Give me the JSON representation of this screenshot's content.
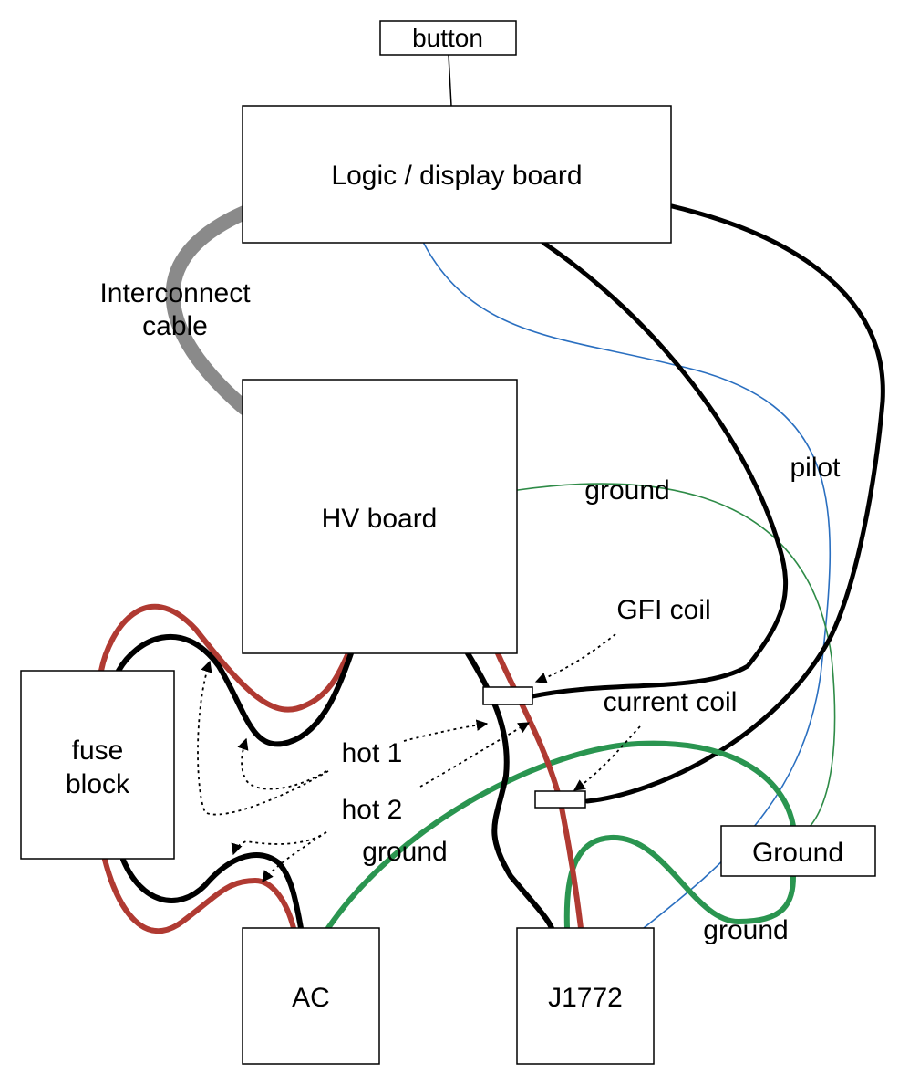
{
  "components": {
    "button": "button",
    "logic_board": "Logic / display board",
    "hv_board": "HV board",
    "fuse_block_line1": "fuse",
    "fuse_block_line2": "block",
    "ac": "AC",
    "j1772": "J1772",
    "ground_box": "Ground"
  },
  "labels": {
    "interconnect_line1": "Interconnect",
    "interconnect_line2": "cable",
    "pilot": "pilot",
    "ground_top": "ground",
    "gfi_coil": "GFI coil",
    "current_coil": "current coil",
    "hot1": "hot 1",
    "hot2": "hot 2",
    "ground_mid": "ground",
    "ground_right": "ground"
  },
  "colors": {
    "hot_red": "#b03a32",
    "hot_black": "#000000",
    "ground_green": "#2a9550",
    "ground_thin": "#2e8b47",
    "signal_blue": "#2a6fc0",
    "cable_gray": "#8a8a8a"
  }
}
